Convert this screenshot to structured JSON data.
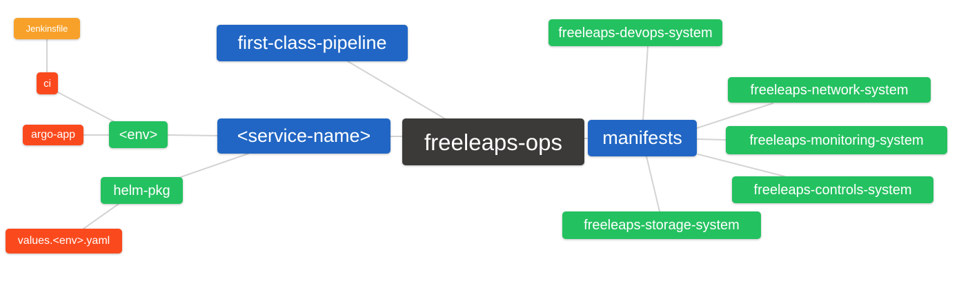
{
  "colors": {
    "root_node": "#3b3a38",
    "branch_node": "#2166c4",
    "leaf_green": "#24c160",
    "leaf_red": "#fa4a1d",
    "leaf_orange": "#f8a12a",
    "edge": "#d3d3d3",
    "node_text": "#ffffff"
  },
  "nodes": {
    "root": {
      "label": "freeleaps-ops"
    },
    "first_class_pipeline": {
      "label": "first-class-pipeline"
    },
    "service_name": {
      "label": "<service-name>"
    },
    "env": {
      "label": "<env>"
    },
    "ci": {
      "label": "ci"
    },
    "jenkinsfile": {
      "label": "Jenkinsfile"
    },
    "argo_app": {
      "label": "argo-app"
    },
    "helm_pkg": {
      "label": "helm-pkg"
    },
    "values_env_yaml": {
      "label": "values.<env>.yaml"
    },
    "manifests": {
      "label": "manifests"
    },
    "devops_system": {
      "label": "freeleaps-devops-system"
    },
    "network_system": {
      "label": "freeleaps-network-system"
    },
    "monitoring_system": {
      "label": "freeleaps-monitoring-system"
    },
    "controls_system": {
      "label": "freeleaps-controls-system"
    },
    "storage_system": {
      "label": "freeleaps-storage-system"
    }
  },
  "edges": [
    {
      "from": "Jenkinsfile",
      "to": "ci"
    },
    {
      "from": "ci",
      "to": "<env>"
    },
    {
      "from": "argo-app",
      "to": "<env>"
    },
    {
      "from": "<env>",
      "to": "<service-name>"
    },
    {
      "from": "helm-pkg",
      "to": "<service-name>"
    },
    {
      "from": "values.<env>.yaml",
      "to": "helm-pkg"
    },
    {
      "from": "first-class-pipeline",
      "to": "freeleaps-ops"
    },
    {
      "from": "<service-name>",
      "to": "freeleaps-ops"
    },
    {
      "from": "freeleaps-ops",
      "to": "manifests"
    },
    {
      "from": "manifests",
      "to": "freeleaps-devops-system"
    },
    {
      "from": "manifests",
      "to": "freeleaps-network-system"
    },
    {
      "from": "manifests",
      "to": "freeleaps-monitoring-system"
    },
    {
      "from": "manifests",
      "to": "freeleaps-controls-system"
    },
    {
      "from": "manifests",
      "to": "freeleaps-storage-system"
    }
  ]
}
